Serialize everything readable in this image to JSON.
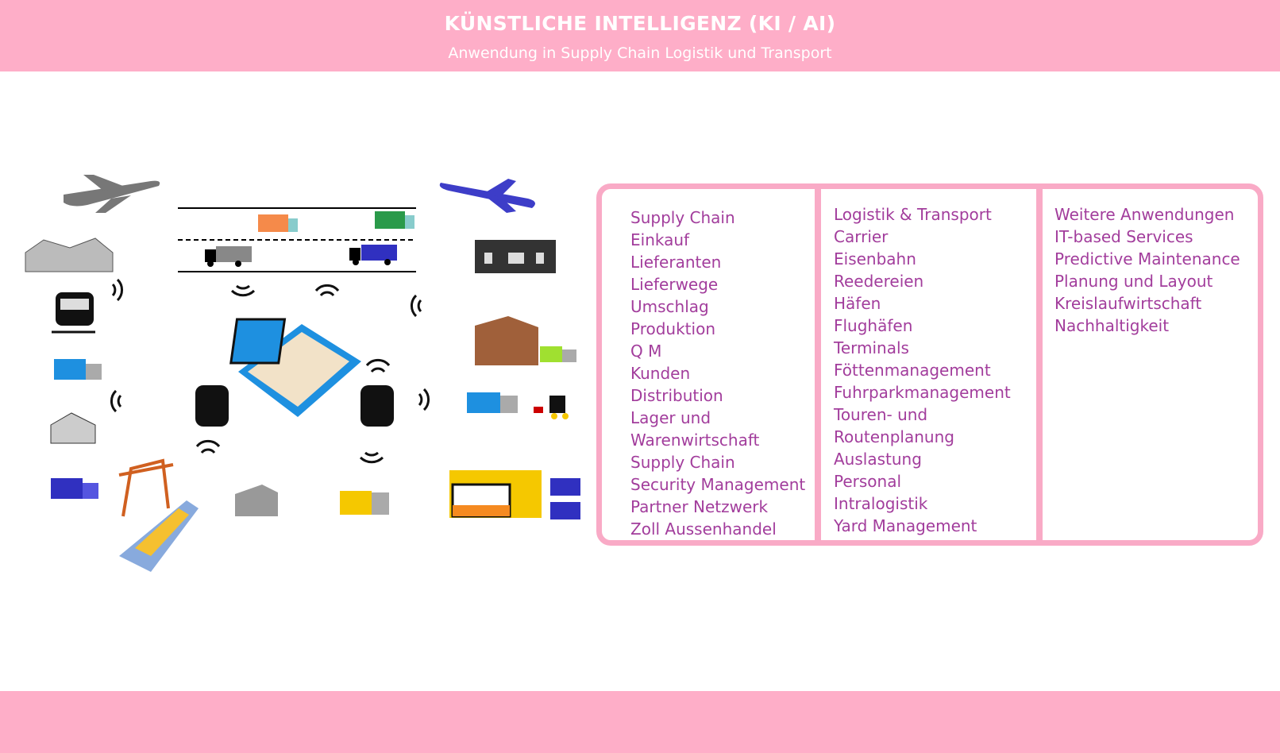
{
  "header": {
    "title": "KÜNSTLICHE INTELLIGENZ  (KI / AI)",
    "subtitle": "Anwendung in Supply Chain  Logistik  und  Transport"
  },
  "columns": [
    {
      "items": [
        "Supply Chain",
        "Einkauf",
        "Lieferanten",
        "Lieferwege",
        "Umschlag",
        "Produktion",
        "Q M",
        "Kunden",
        "Distribution",
        "Lager und",
        "Warenwirtschaft",
        "Supply Chain",
        "Security Management",
        "Partner Netzwerk",
        "Zoll Aussenhandel"
      ]
    },
    {
      "items": [
        "Logistik & Transport",
        "Carrier",
        "Eisenbahn",
        "Reedereien",
        "Häfen",
        "Flughäfen",
        "Terminals",
        "Föttenmanagement",
        "Fuhrparkmanagement",
        "Touren- und",
        "Routenplanung",
        "Auslastung",
        "Personal",
        "Intralogistik",
        "Yard Management"
      ]
    },
    {
      "items": [
        "Weitere Anwendungen",
        "IT-based Services",
        "Predictive Maintenance",
        "Planung und Layout",
        "Kreislaufwirtschaft",
        "Nachhaltigkeit"
      ]
    }
  ],
  "colors": {
    "header_bg": "#feaec8",
    "text": "#a23d9c",
    "border": "#f9aac6"
  }
}
